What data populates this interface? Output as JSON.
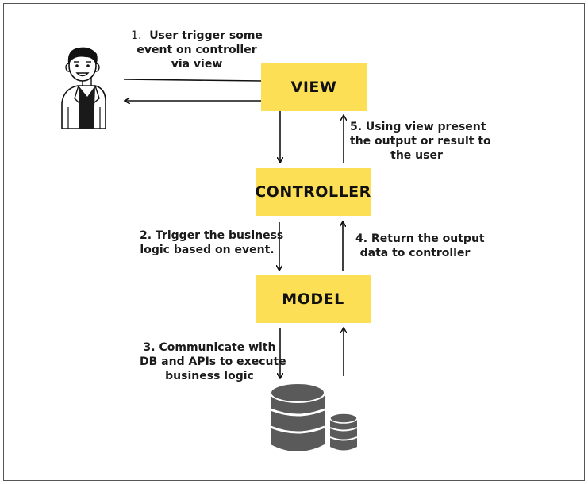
{
  "components": {
    "view": "VIEW",
    "controller": "CONTROLLER",
    "model": "MODEL"
  },
  "steps": {
    "step1": {
      "number": "1.",
      "lines": [
        "User trigger some",
        "event on controller",
        "via view"
      ]
    },
    "step2": {
      "lines": [
        "2. Trigger the business",
        "logic based on event."
      ]
    },
    "step3": {
      "lines": [
        "3. Communicate with",
        "DB and APIs to execute",
        "business logic"
      ]
    },
    "step4": {
      "lines": [
        "4. Return the output",
        "data to controller"
      ]
    },
    "step5": {
      "lines": [
        "5. Using view present",
        "the output or result to",
        "the user"
      ]
    }
  },
  "icons": {
    "user": "user-avatar-icon",
    "database_large": "database-icon",
    "database_small": "database-icon"
  },
  "colors": {
    "box_fill": "#fcdf55",
    "text": "#111111",
    "database": "#5a5a5a"
  }
}
